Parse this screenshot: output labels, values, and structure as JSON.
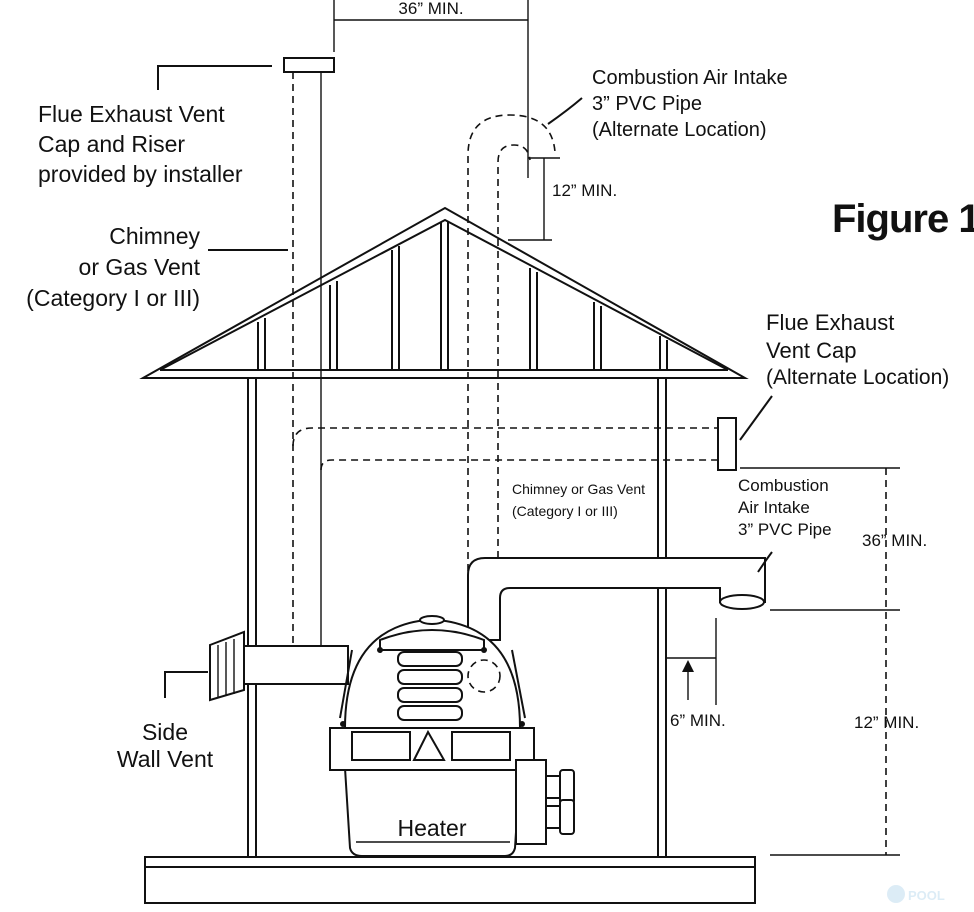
{
  "figure": {
    "title": "Figure 1"
  },
  "labels": {
    "flue_cap_riser": [
      "Flue Exhaust Vent",
      "Cap and Riser",
      "provided by installer"
    ],
    "chimney_left": [
      "Chimney",
      "or Gas Vent",
      "(Category I or III)"
    ],
    "side_wall_vent": [
      "Side",
      "Wall Vent"
    ],
    "heater": "Heater",
    "combustion_top": [
      "Combustion Air Intake",
      "3” PVC Pipe",
      "(Alternate Location)"
    ],
    "flue_cap_alt": [
      "Flue Exhaust",
      "Vent Cap",
      "(Alternate Location)"
    ],
    "chimney_mid": [
      "Chimney or Gas Vent",
      "(Category I or III)"
    ],
    "combustion_right": [
      "Combustion",
      "Air Intake",
      "3” PVC Pipe"
    ]
  },
  "dimensions": {
    "top_36": "36” MIN.",
    "top_12": "12” MIN.",
    "right_36": "36” MIN.",
    "right_12": "12” MIN.",
    "six_min": "6” MIN."
  },
  "logo_text": "POOL"
}
